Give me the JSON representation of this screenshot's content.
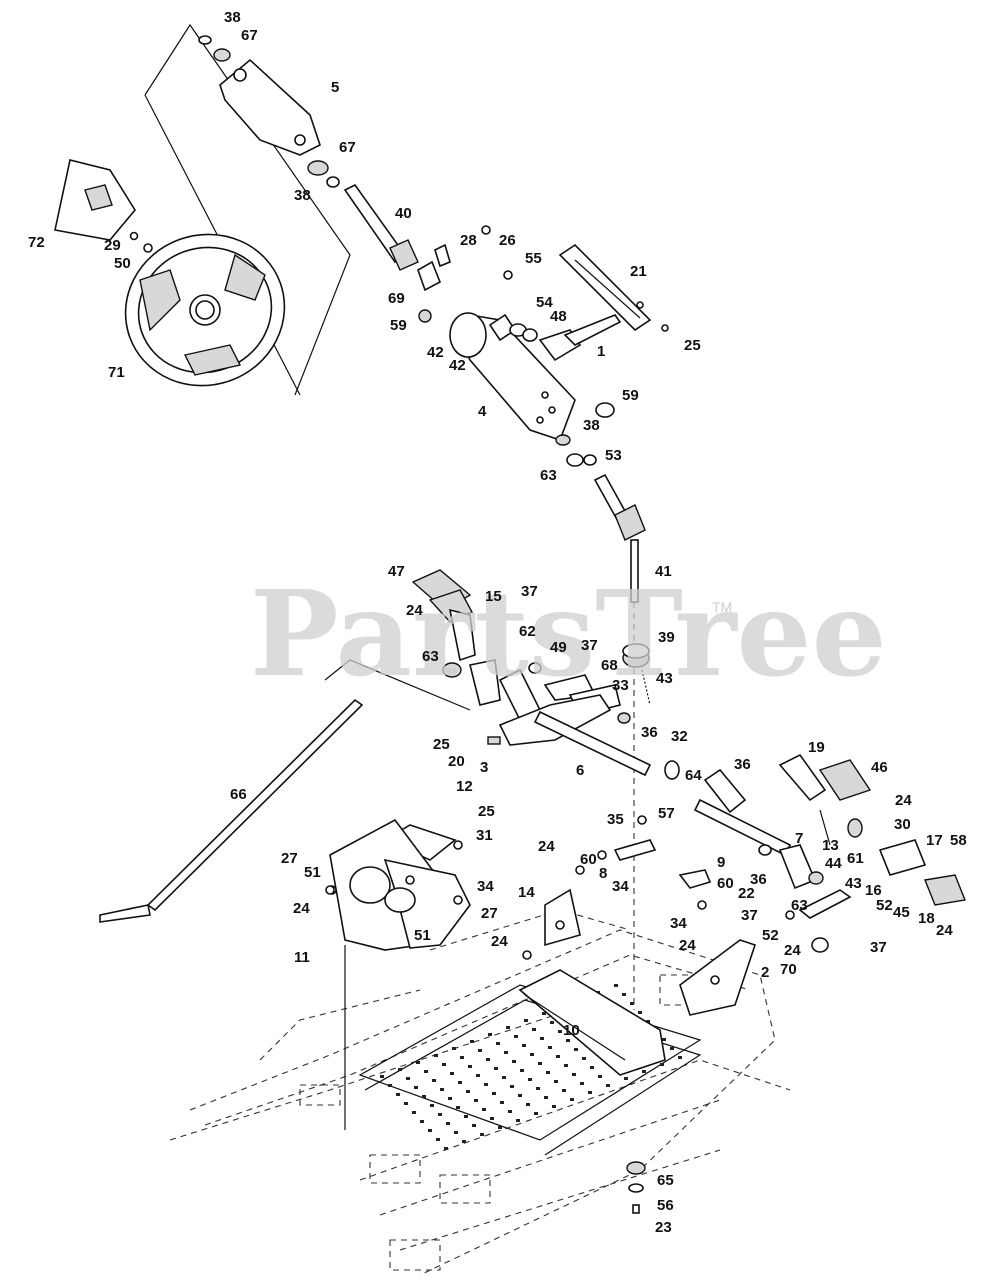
{
  "watermark": {
    "text": "PartsTree",
    "mark": "TM"
  },
  "callouts": [
    {
      "id": "c38a",
      "text": "38"
    },
    {
      "id": "c67a",
      "text": "67"
    },
    {
      "id": "c5",
      "text": "5"
    },
    {
      "id": "c67b",
      "text": "67"
    },
    {
      "id": "c38b",
      "text": "38"
    },
    {
      "id": "c72",
      "text": "72"
    },
    {
      "id": "c29",
      "text": "29"
    },
    {
      "id": "c50",
      "text": "50"
    },
    {
      "id": "c71",
      "text": "71"
    },
    {
      "id": "c40",
      "text": "40"
    },
    {
      "id": "c28",
      "text": "28"
    },
    {
      "id": "c26",
      "text": "26"
    },
    {
      "id": "c55",
      "text": "55"
    },
    {
      "id": "c21",
      "text": "21"
    },
    {
      "id": "c69",
      "text": "69"
    },
    {
      "id": "c59a",
      "text": "59"
    },
    {
      "id": "c54",
      "text": "54"
    },
    {
      "id": "c48",
      "text": "48"
    },
    {
      "id": "c25a",
      "text": "25"
    },
    {
      "id": "c42a",
      "text": "42"
    },
    {
      "id": "c42b",
      "text": "42"
    },
    {
      "id": "c1",
      "text": "1"
    },
    {
      "id": "c4",
      "text": "4"
    },
    {
      "id": "c59b",
      "text": "59"
    },
    {
      "id": "c38c",
      "text": "38"
    },
    {
      "id": "c63a",
      "text": "63"
    },
    {
      "id": "c53",
      "text": "53"
    },
    {
      "id": "c47",
      "text": "47"
    },
    {
      "id": "c15",
      "text": "15"
    },
    {
      "id": "c37a",
      "text": "37"
    },
    {
      "id": "c41",
      "text": "41"
    },
    {
      "id": "c24a",
      "text": "24"
    },
    {
      "id": "c62",
      "text": "62"
    },
    {
      "id": "c39",
      "text": "39"
    },
    {
      "id": "c37b",
      "text": "37"
    },
    {
      "id": "c63b",
      "text": "63"
    },
    {
      "id": "c49",
      "text": "49"
    },
    {
      "id": "c68",
      "text": "68"
    },
    {
      "id": "c43a",
      "text": "43"
    },
    {
      "id": "c33",
      "text": "33"
    },
    {
      "id": "c36a",
      "text": "36"
    },
    {
      "id": "c25b",
      "text": "25"
    },
    {
      "id": "c20",
      "text": "20"
    },
    {
      "id": "c3",
      "text": "3"
    },
    {
      "id": "c32",
      "text": "32"
    },
    {
      "id": "c6",
      "text": "6"
    },
    {
      "id": "c66",
      "text": "66"
    },
    {
      "id": "c12",
      "text": "12"
    },
    {
      "id": "c25c",
      "text": "25"
    },
    {
      "id": "c64",
      "text": "64"
    },
    {
      "id": "c36b",
      "text": "36"
    },
    {
      "id": "c19",
      "text": "19"
    },
    {
      "id": "c46",
      "text": "46"
    },
    {
      "id": "c24b",
      "text": "24"
    },
    {
      "id": "c31",
      "text": "31"
    },
    {
      "id": "c35",
      "text": "35"
    },
    {
      "id": "c57",
      "text": "57"
    },
    {
      "id": "c30",
      "text": "30"
    },
    {
      "id": "c27a",
      "text": "27"
    },
    {
      "id": "c51a",
      "text": "51"
    },
    {
      "id": "c24c",
      "text": "24"
    },
    {
      "id": "c60a",
      "text": "60"
    },
    {
      "id": "c13",
      "text": "13"
    },
    {
      "id": "c7",
      "text": "7"
    },
    {
      "id": "c44",
      "text": "44"
    },
    {
      "id": "c61",
      "text": "61"
    },
    {
      "id": "c17",
      "text": "17"
    },
    {
      "id": "c58",
      "text": "58"
    },
    {
      "id": "c8",
      "text": "8"
    },
    {
      "id": "c9",
      "text": "9"
    },
    {
      "id": "c36c",
      "text": "36"
    },
    {
      "id": "c34a",
      "text": "34"
    },
    {
      "id": "c24d",
      "text": "24"
    },
    {
      "id": "c34b",
      "text": "34"
    },
    {
      "id": "c14",
      "text": "14"
    },
    {
      "id": "c60b",
      "text": "60"
    },
    {
      "id": "c22",
      "text": "22"
    },
    {
      "id": "c63c",
      "text": "63"
    },
    {
      "id": "c43b",
      "text": "43"
    },
    {
      "id": "c16",
      "text": "16"
    },
    {
      "id": "c52a",
      "text": "52"
    },
    {
      "id": "c45",
      "text": "45"
    },
    {
      "id": "c18",
      "text": "18"
    },
    {
      "id": "c24e",
      "text": "24"
    },
    {
      "id": "c27b",
      "text": "27"
    },
    {
      "id": "c51b",
      "text": "51"
    },
    {
      "id": "c34c",
      "text": "34"
    },
    {
      "id": "c37c",
      "text": "37"
    },
    {
      "id": "c24f",
      "text": "24"
    },
    {
      "id": "c11",
      "text": "11"
    },
    {
      "id": "c24g",
      "text": "24"
    },
    {
      "id": "c24h",
      "text": "24"
    },
    {
      "id": "c52b",
      "text": "52"
    },
    {
      "id": "c37d",
      "text": "37"
    },
    {
      "id": "c2",
      "text": "2"
    },
    {
      "id": "c70",
      "text": "70"
    },
    {
      "id": "c10",
      "text": "10"
    },
    {
      "id": "c65",
      "text": "65"
    },
    {
      "id": "c56",
      "text": "56"
    },
    {
      "id": "c23",
      "text": "23"
    }
  ]
}
